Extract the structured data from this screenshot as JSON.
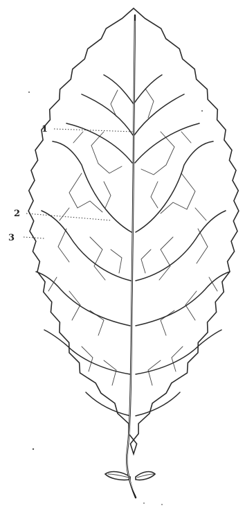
{
  "figure": {
    "labels": [
      {
        "id": "1",
        "text": "1"
      },
      {
        "id": "2",
        "text": "2"
      },
      {
        "id": "3",
        "text": "3"
      }
    ]
  },
  "colors": {
    "ink": "#2a2a2a",
    "paper": "#ffffff"
  }
}
